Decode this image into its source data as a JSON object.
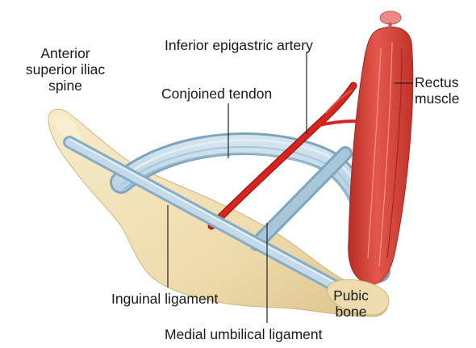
{
  "labels": {
    "asis_line1": "Anterior",
    "asis_line2": "superior iliac",
    "asis_line3": "spine",
    "inferior_epigastric": "Inferior epigastric artery",
    "conjoined_tendon": "Conjoined tendon",
    "rectus_line1": "Rectus",
    "rectus_line2": "muscle",
    "inguinal_ligament": "Inguinal ligament",
    "pubic_line1": "Pubic",
    "pubic_line2": "bone",
    "medial_umbilical": "Medial umbilical ligament"
  },
  "colors": {
    "bone": "#f1e2b6",
    "bone_shadow": "#d8c08a",
    "tendon": "#8fb4cc",
    "tendon_light": "#c6dbe8",
    "muscle": "#d9423a",
    "muscle_dark": "#b32a24",
    "artery": "#d8241f",
    "leader": "#222222"
  }
}
